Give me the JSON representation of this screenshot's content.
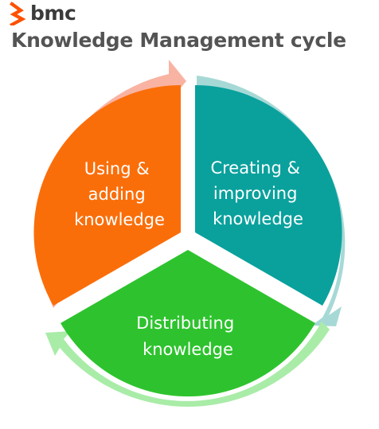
{
  "brand": {
    "logo_text": "bmc",
    "logo_color": "#fe5000"
  },
  "title": "Knowledge Management cycle",
  "segments": [
    {
      "key": "using",
      "lines": [
        "Using &",
        "adding",
        "knowledge"
      ],
      "color": "#fa6e0a",
      "arrow_color": "#f9b3a2"
    },
    {
      "key": "creating",
      "lines": [
        "Creating &",
        "improving",
        "knowledge"
      ],
      "color": "#0aa19d",
      "arrow_color": "#a6d9d6"
    },
    {
      "key": "distributing",
      "lines": [
        "Distributing",
        "knowledge"
      ],
      "color": "#2ec32e",
      "arrow_color": "#a9eca8"
    }
  ]
}
